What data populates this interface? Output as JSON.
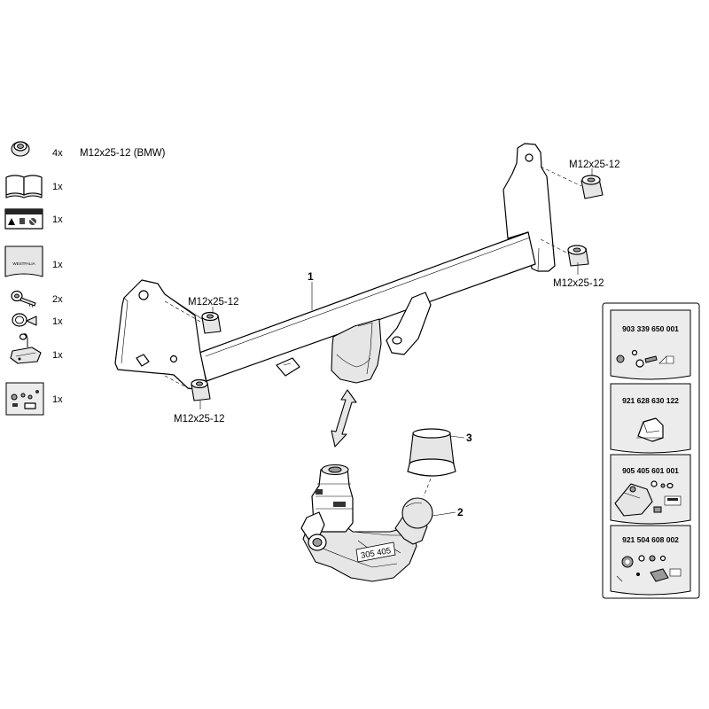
{
  "accessories": [
    {
      "icon": "nut-icon",
      "qty": "4x",
      "desc": "M12x25-12 (BMW)"
    },
    {
      "icon": "manual-book-icon",
      "qty": "1x",
      "desc": ""
    },
    {
      "icon": "warning-label-icon",
      "qty": "1x",
      "desc": ""
    },
    {
      "icon": "westfalia-card-icon",
      "qty": "1x",
      "desc": ""
    },
    {
      "icon": "key-icon",
      "qty": "2x",
      "desc": ""
    },
    {
      "icon": "ring-icon",
      "qty": "1x",
      "desc": ""
    },
    {
      "icon": "socket-icon",
      "qty": "1x",
      "desc": ""
    },
    {
      "icon": "parts-card-icon",
      "qty": "1x",
      "desc": ""
    }
  ],
  "westfalia_card_text": "WESTFALIA",
  "bolt_labels": {
    "top_right": "M12x25-12",
    "mid_right": "M12x25-12",
    "left_upper": "M12x25-12",
    "left_lower": "M12x25-12"
  },
  "callouts": {
    "crossbar": "1",
    "ball_neck": "2",
    "cap": "3"
  },
  "ball_neck_stamp": "305 405",
  "kits": [
    {
      "number": "903 339 650 001",
      "icon": "hardware-kit-icon"
    },
    {
      "number": "921 628 630 122",
      "icon": "cover-kit-icon"
    },
    {
      "number": "905 405 601 001",
      "icon": "socket-kit-icon"
    },
    {
      "number": "921 504 608 002",
      "icon": "small-parts-kit-icon"
    }
  ]
}
